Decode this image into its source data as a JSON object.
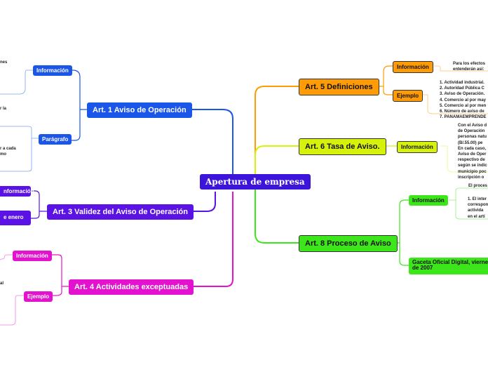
{
  "colors": {
    "center": "#3d14d9",
    "blue": "#1a56e8",
    "violet": "#5b12e4",
    "magenta": "#e312cf",
    "orange": "#ff9b05",
    "lime": "#d6f20c",
    "green": "#3ce61a"
  },
  "center": {
    "title": "Apertura de empresa"
  },
  "art1": {
    "title": "Art. 1 Aviso de Operación",
    "info": "Información",
    "paragrafo": "Parágrafo",
    "note_a": "nes",
    "note_b": "r la",
    "note_c": "r a cada\nmo"
  },
  "art3": {
    "title": "Art. 3 Validez del Aviso de Operación",
    "info": "nformación",
    "enero": "e enero"
  },
  "art4": {
    "title": "Art. 4 Actividades exceptuadas",
    "info": "Información",
    "ejemplo": "Ejemplo",
    "note_a": "al"
  },
  "art5": {
    "title": "Art. 5 Definiciones",
    "info": "Información",
    "ejemplo": "Ejemplo",
    "info_note": "Para los efectos\nentenderán así:",
    "ejemplo_note": "1. Actividad industrial.\n2. Autoridad Pública C\n3. Aviso de Operación.\n4. Comercio al por may\n5. Comercio al por men\n6. Número de aviso de\n7. PANAMAEMPRENDE"
  },
  "art6": {
    "title": "Art. 6 Tasa de Aviso.",
    "info": "Información",
    "info_note": "Con el Aviso d\nde Operación\npersonas natu\n(B/.55.00) pe\nEn cada caso,\nAviso de Oper\nrespectivo de\nsegún se indic\nmunicipio poc\ninscripción o"
  },
  "art8": {
    "title": "Art. 8 Proceso de Aviso",
    "info": "Información",
    "gaceta": "Gaceta Oficial Digital, vierne\nde 2007",
    "note_top": "El proces",
    "note_list": "1. El inter\ncorrespon\nactivida\nen el artí"
  }
}
